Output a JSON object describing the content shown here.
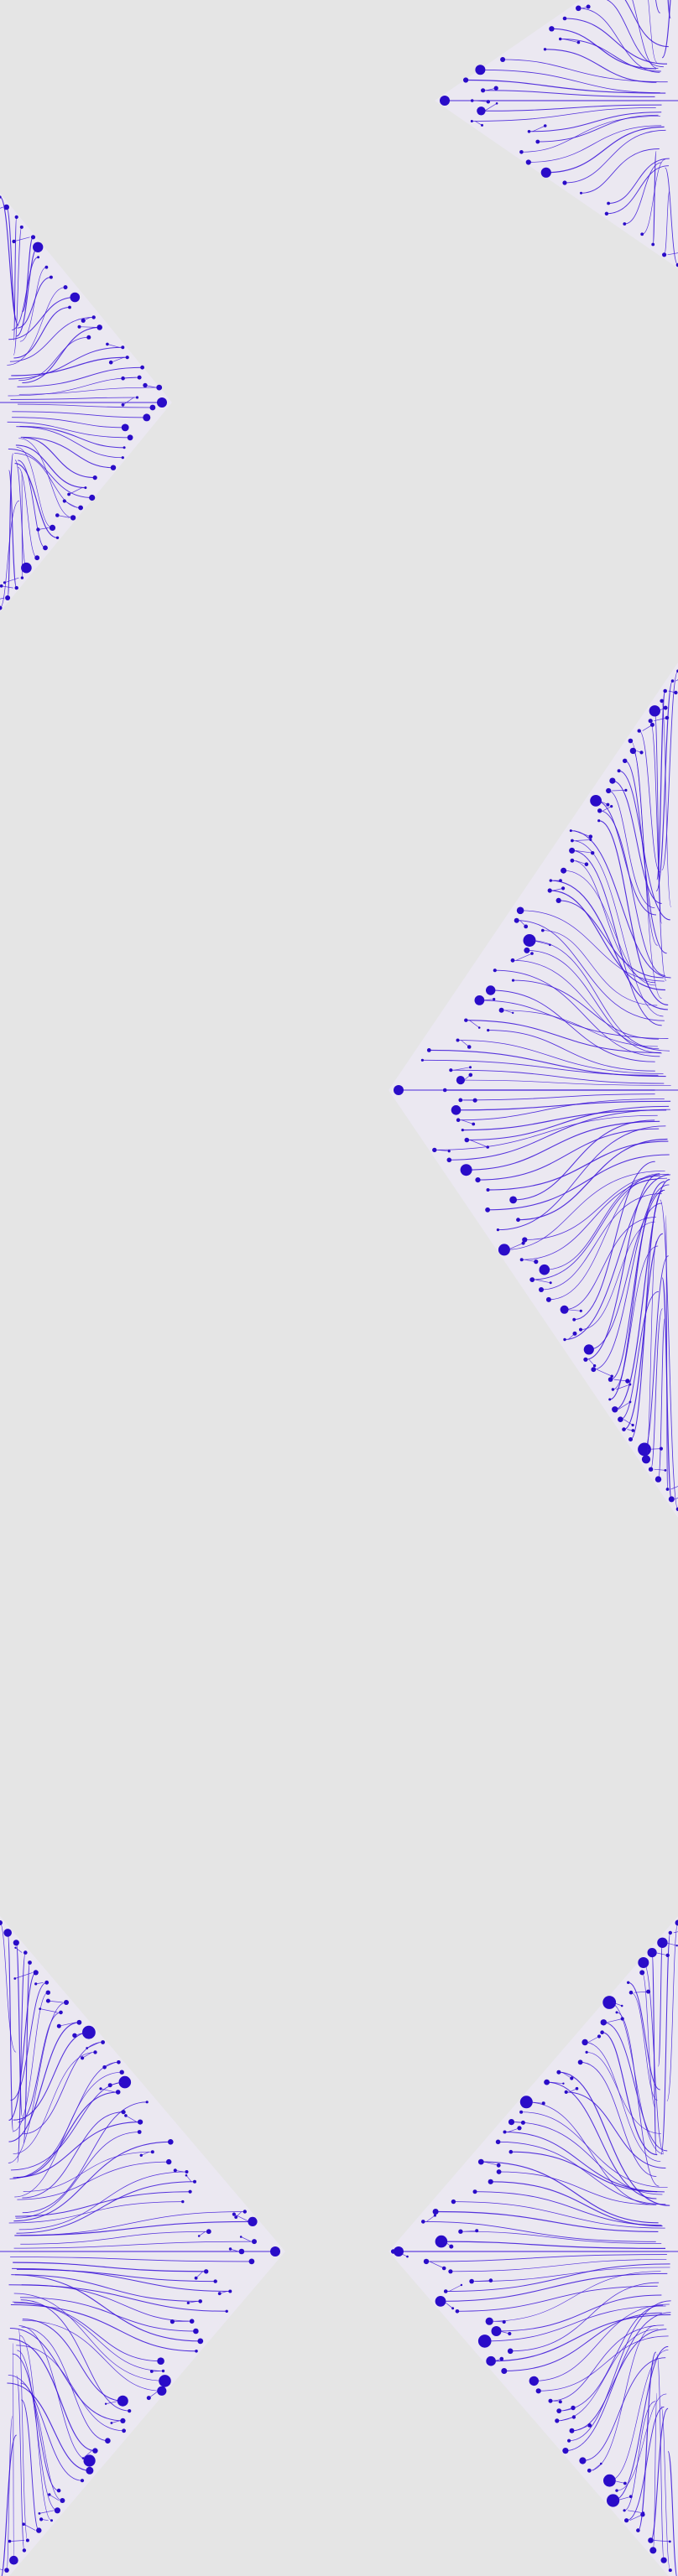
{
  "page": {
    "background_color": "#e5e5e5"
  },
  "artwork": {
    "description_tag": "circuit-tree-pattern",
    "line_color": "#3a12d8",
    "node_color": "#2a0cc8",
    "fill_color": "#efeaf8",
    "motifs": [
      {
        "name": "top-right-motif",
        "side": "right"
      },
      {
        "name": "upper-left-motif",
        "side": "left"
      },
      {
        "name": "middle-right-motif",
        "side": "right"
      },
      {
        "name": "bottom-left-motif",
        "side": "left"
      },
      {
        "name": "bottom-right-motif",
        "side": "right"
      }
    ]
  }
}
